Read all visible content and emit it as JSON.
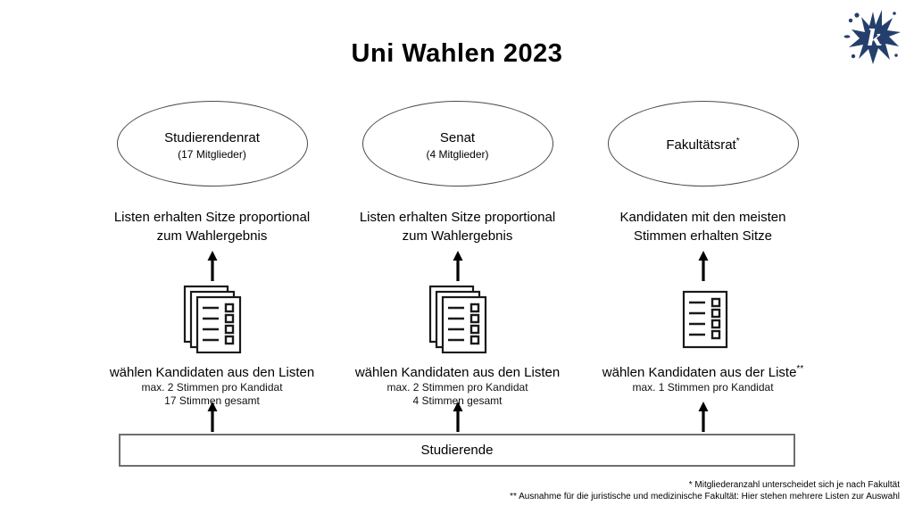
{
  "title": "Uni Wahlen 2023",
  "logo": {
    "letter": "k",
    "color": "#253f6d"
  },
  "columns": [
    {
      "name": "Studierendenrat",
      "name_sup": "",
      "members": "(17 Mitglieder)",
      "outcome_line1": "Listen erhalten Sitze proportional",
      "outcome_line2": "zum Wahlergebnis",
      "action": "wählen Kandidaten aus den Listen",
      "action_sup": "",
      "rule1": "max. 2 Stimmen pro Kandidat",
      "rule2": "17 Stimmen gesamt",
      "icon": "stacked-ballot-papers"
    },
    {
      "name": "Senat",
      "name_sup": "",
      "members": "(4 Mitglieder)",
      "outcome_line1": "Listen erhalten Sitze proportional",
      "outcome_line2": "zum Wahlergebnis",
      "action": "wählen Kandidaten aus den Listen",
      "action_sup": "",
      "rule1": "max. 2 Stimmen pro Kandidat",
      "rule2": "4 Stimmen gesamt",
      "icon": "stacked-ballot-papers"
    },
    {
      "name": "Fakultätsrat",
      "name_sup": "*",
      "members": "",
      "outcome_line1": "Kandidaten mit den meisten",
      "outcome_line2": "Stimmen erhalten Sitze",
      "action": "wählen Kandidaten aus der Liste",
      "action_sup": "**",
      "rule1": "max. 1 Stimmen pro Kandidat",
      "rule2": "",
      "icon": "single-ballot-paper"
    }
  ],
  "base": {
    "label": "Studierende"
  },
  "footnotes": [
    "* Mitgliederanzahl unterscheidet sich je nach Fakultät",
    "** Ausnahme für die juristische und medizinische Fakultät: Hier stehen mehrere Listen zur Auswahl"
  ]
}
